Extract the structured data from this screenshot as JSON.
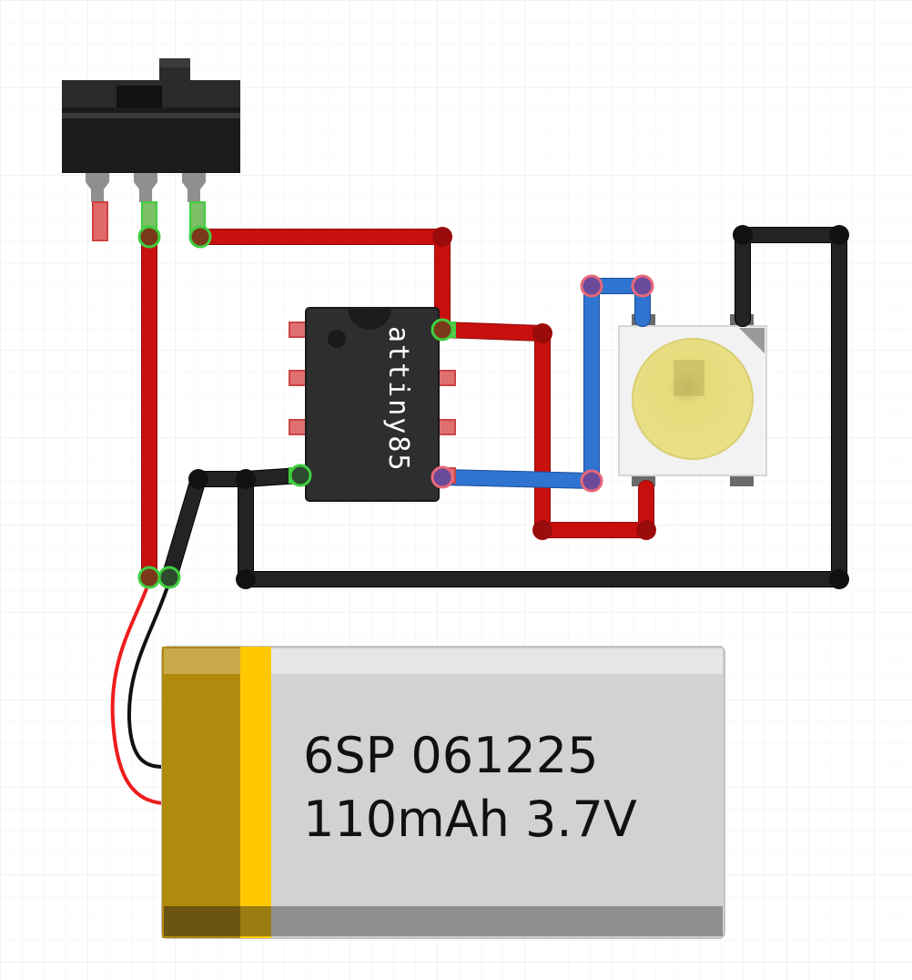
{
  "chip": {
    "label": "attiny85"
  },
  "battery": {
    "line1": "6SP 061225",
    "line2": "110mAh 3.7V"
  },
  "colors": {
    "wire_red": "#c8100e",
    "wire_black": "#1e1e1e",
    "wire_blue": "#2f74d0",
    "grid": "#ededed",
    "battery_gold": "#b08a0c",
    "battery_stripe": "#ffc800",
    "battery_body": "#d2d2d2"
  },
  "icons": {
    "switch": "slide-switch-icon",
    "chip": "dip8-ic-icon",
    "led": "smd-rgb-led-icon",
    "battery": "lipo-battery-icon"
  }
}
